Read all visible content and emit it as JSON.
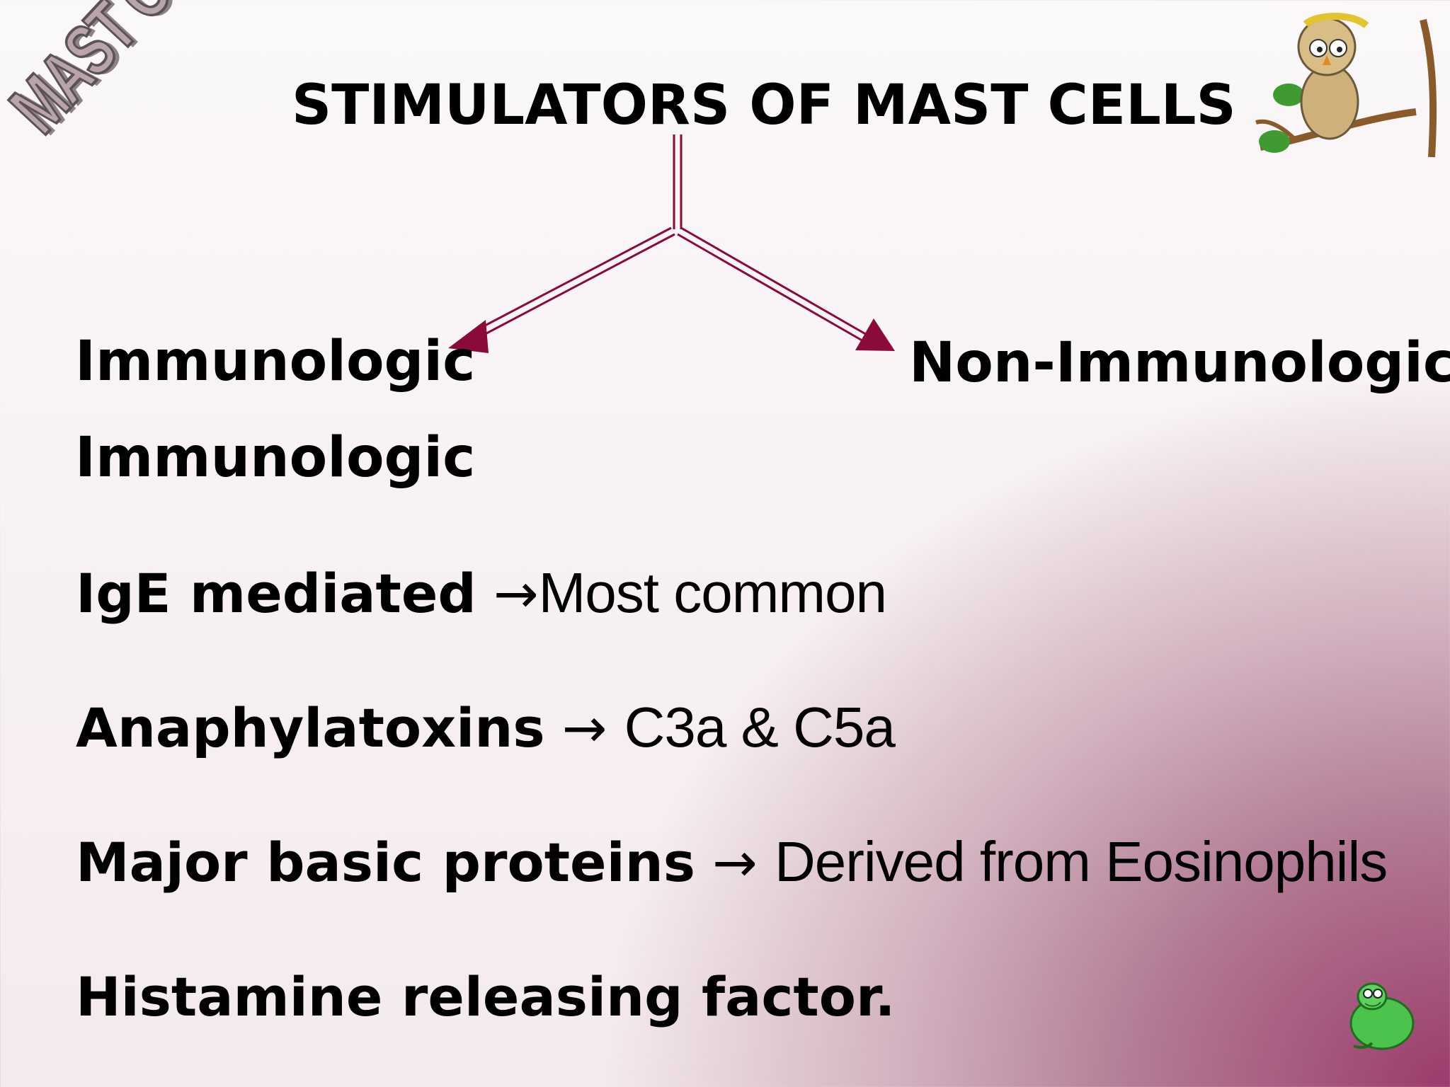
{
  "stamp_text": "MAST CELL",
  "title": "STIMULATORS OF MAST CELLS",
  "branches": {
    "left": "Immunologic",
    "right": "Non-Immunologic"
  },
  "section_heading": "Immunologic",
  "items": [
    {
      "term": "IgE mediated",
      "arrow": " →",
      "desc": "Most common"
    },
    {
      "term": "Anaphylatoxins",
      "arrow": " → ",
      "desc": "C3a & C5a"
    },
    {
      "term": "Major basic proteins",
      "arrow": " → ",
      "desc": "Derived from Eosinophils"
    },
    {
      "term": "Histamine releasing factor.",
      "arrow": "",
      "desc": ""
    }
  ],
  "colors": {
    "arrow": "#8a0a3a",
    "accent_gradient": "#9c3c6c"
  },
  "icons": [
    "owl-on-branch-icon",
    "frog-icon"
  ]
}
